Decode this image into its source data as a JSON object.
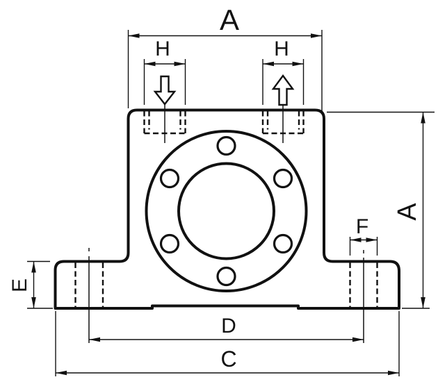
{
  "diagram": {
    "type": "technical-dimension-drawing",
    "subject": "pneumatic-vibrator-housing-front-view",
    "line_color": "#111111",
    "background_color": "#ffffff",
    "dimensions": {
      "top_width": "A",
      "slot_left_width": "H",
      "slot_right_width": "H",
      "overall_height": "A",
      "foot_height": "E",
      "foot_hole_width": "F",
      "hole_centers_span": "D",
      "base_overall_width": "C"
    },
    "features": {
      "bolt_hole_count": 6,
      "airflow_left": "down",
      "airflow_right": "up"
    }
  }
}
